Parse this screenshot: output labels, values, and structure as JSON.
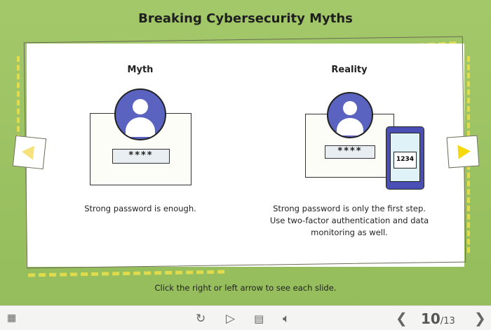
{
  "title": "Breaking Cybersecurity Myths",
  "myth": {
    "heading": "Myth",
    "password": "****",
    "caption": "Strong password is enough."
  },
  "reality": {
    "heading": "Reality",
    "password": "****",
    "code": "1234",
    "caption_lines": [
      "Strong password is only the first step.",
      "Use two-factor authentication and data",
      "monitoring as well."
    ]
  },
  "instruction": "Click the right or left arrow to see each slide.",
  "player": {
    "current_page": "10",
    "total_pages": "/13",
    "icons": [
      "menu-grid-icon",
      "replay-icon",
      "play-icon",
      "captions-icon",
      "volume-icon",
      "prev-icon",
      "next-icon"
    ]
  },
  "colors": {
    "accent_avatar": "#5b63c0",
    "arrow": "#f5d90a",
    "background": "#9cc262"
  }
}
